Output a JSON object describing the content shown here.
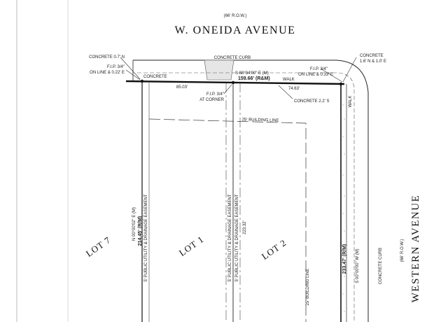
{
  "streets": {
    "north_row": "(66' R.O.W.)",
    "north_name": "W. ONEIDA AVENUE",
    "east_row": "(66' R.O.W.)",
    "east_name": "WESTERN AVENUE"
  },
  "lots": {
    "lot7": "LOT 7",
    "lot1": "LOT 1",
    "lot2": "LOT 2"
  },
  "labels": {
    "concrete_curb_top": "CONCRETE CURB",
    "concrete_curb_right": "CONCRETE CURB",
    "concrete_left_note": "CONCRETE 0.7' N",
    "fip_left_1": "F.I.P. 3/4\"",
    "fip_left_2": "ON LINE & 0.22' E",
    "concrete_walk": "CONCRETE",
    "bearing_top": "S 88°34'00\" E (M)",
    "dist_top": "159.66' (R&M)",
    "walk_top": "WALK",
    "fip_right_1": "F.I.P. 3/4\"",
    "fip_right_2": "ON LINE & 0.33' E",
    "concrete_right_1": "CONCRETE",
    "concrete_right_2": "1.6' N & 1.0' E",
    "dist_85": "85.03'",
    "dist_74": "74.63'",
    "fip_corner_1": "F.I.P. 3/4\"",
    "fip_corner_2": "AT CORNER",
    "concrete_s": "CONCRETE 2.2' S",
    "building_line_top": "25' BUILDING LINE",
    "building_line_right": "25' BUILDING LINE",
    "walk_right": "WALK",
    "bearing_left": "N 00°00'02\" E (M)",
    "dist_left": "214.45' (R/M)",
    "easement_left": "5' PUBLIC UTILITY & DRAINAGE EASEMENT",
    "easement_mid_1": "5' PUBLIC UTILITY & DRAINAGE EASEMENT",
    "easement_mid_2": "5' PUBLIC UTILITY & DRAINAGE EASEMENT",
    "dist_mid": "223.32'",
    "dist_right": "233.47' (R/M)",
    "bearing_right": "S 00°00'00\" W (M)"
  }
}
